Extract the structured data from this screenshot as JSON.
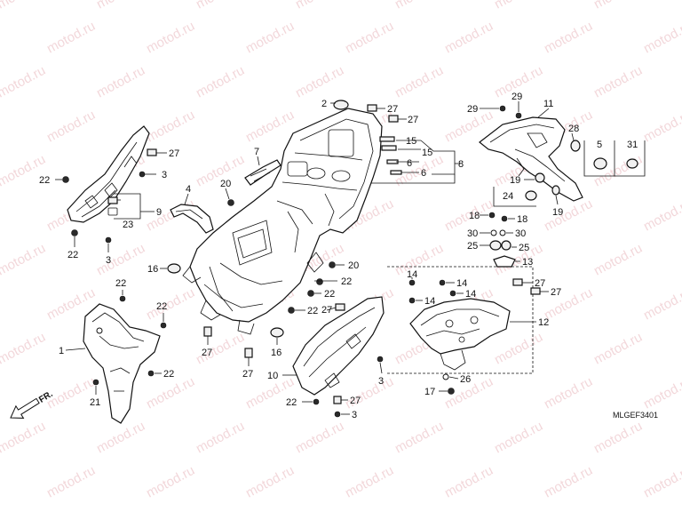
{
  "diagram": {
    "code": "MLGEF3401",
    "direction_label": "FR.",
    "watermark_text": "motod.ru",
    "labels": {
      "1": "1",
      "2": "2",
      "3a": "3",
      "3b": "3",
      "3c": "3",
      "3d": "3",
      "4": "4",
      "5": "5",
      "6a": "6",
      "6b": "6",
      "7": "7",
      "8": "8",
      "9": "9",
      "10": "10",
      "11": "11",
      "12": "12",
      "13": "13",
      "14a": "14",
      "14b": "14",
      "14c": "14",
      "14d": "14",
      "15a": "15",
      "15b": "15",
      "16a": "16",
      "16b": "16",
      "17": "17",
      "18a": "18",
      "18b": "18",
      "19a": "19",
      "19b": "19",
      "20a": "20",
      "20b": "20",
      "21": "21",
      "22a": "22",
      "22b": "22",
      "22c": "22",
      "22d": "22",
      "22e": "22",
      "22f": "22",
      "22g": "22",
      "22h": "22",
      "22i": "22",
      "23": "23",
      "24": "24",
      "25a": "25",
      "25b": "25",
      "26": "26",
      "27a": "27",
      "27b": "27",
      "27c": "27",
      "27d": "27",
      "27e": "27",
      "27f": "27",
      "27g": "27",
      "27h": "27",
      "28": "28",
      "29a": "29",
      "29b": "29",
      "30a": "30",
      "30b": "30",
      "31": "31"
    }
  }
}
